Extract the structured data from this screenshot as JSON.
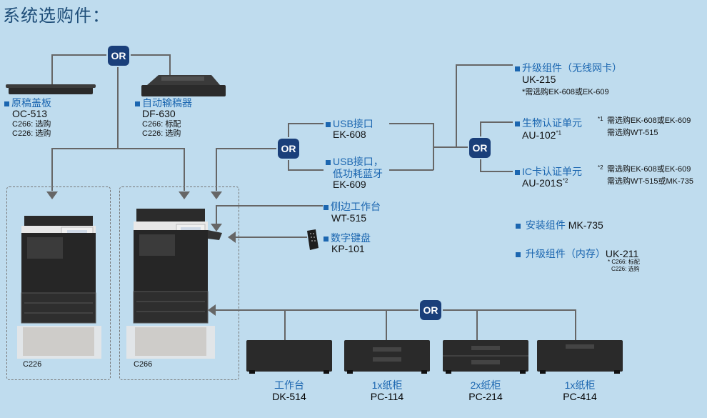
{
  "title": "系统选购件：",
  "or_label": "OR",
  "top_left": {
    "oc": {
      "name": "原稿盖板",
      "code": "OC-513",
      "note1": "C266: 选购",
      "note2": "C226: 选购"
    },
    "df": {
      "name": "自动输稿器",
      "code": "DF-630",
      "note1": "C266: 标配",
      "note2": "C226: 选购"
    }
  },
  "middle": {
    "usb": {
      "name": "USB接口",
      "code": "EK-608"
    },
    "usb_bt": {
      "name1": "USB接口，",
      "name2": "低功耗蓝牙",
      "code": "EK-609"
    },
    "wt": {
      "name": "侧边工作台",
      "code": "WT-515"
    },
    "kp": {
      "name": "数字键盘",
      "code": "KP-101"
    }
  },
  "right": {
    "uk215": {
      "name": "升级组件（无线网卡）",
      "code": "UK-215",
      "note": "*需选购EK-608或EK-609"
    },
    "au102": {
      "name": "生物认证单元",
      "code": "AU-102",
      "sup": "*1",
      "n_mark": "*1",
      "n1": "需选购EK-608或EK-609",
      "n2": "需选购WT-515"
    },
    "au201": {
      "name": "IC卡认证单元",
      "code": "AU-201S",
      "sup": "*2",
      "n_mark": "*2",
      "n1": "需选购EK-608或EK-609",
      "n2": "需选购WT-515或MK-735"
    },
    "mk735": {
      "name": "安装组件",
      "code": "MK-735"
    },
    "uk211": {
      "name": "升级组件（内存）",
      "code": "UK-211",
      "n1": "* C266: 标配",
      "n2": "C226: 选购"
    }
  },
  "machines": {
    "c226": "C226",
    "c266": "C266"
  },
  "cabinets": [
    {
      "name": "工作台",
      "code": "DK-514"
    },
    {
      "name": "1x纸柜",
      "code": "PC-114"
    },
    {
      "name": "2x纸柜",
      "code": "PC-214"
    },
    {
      "name": "1x纸柜",
      "code": "PC-414"
    }
  ]
}
